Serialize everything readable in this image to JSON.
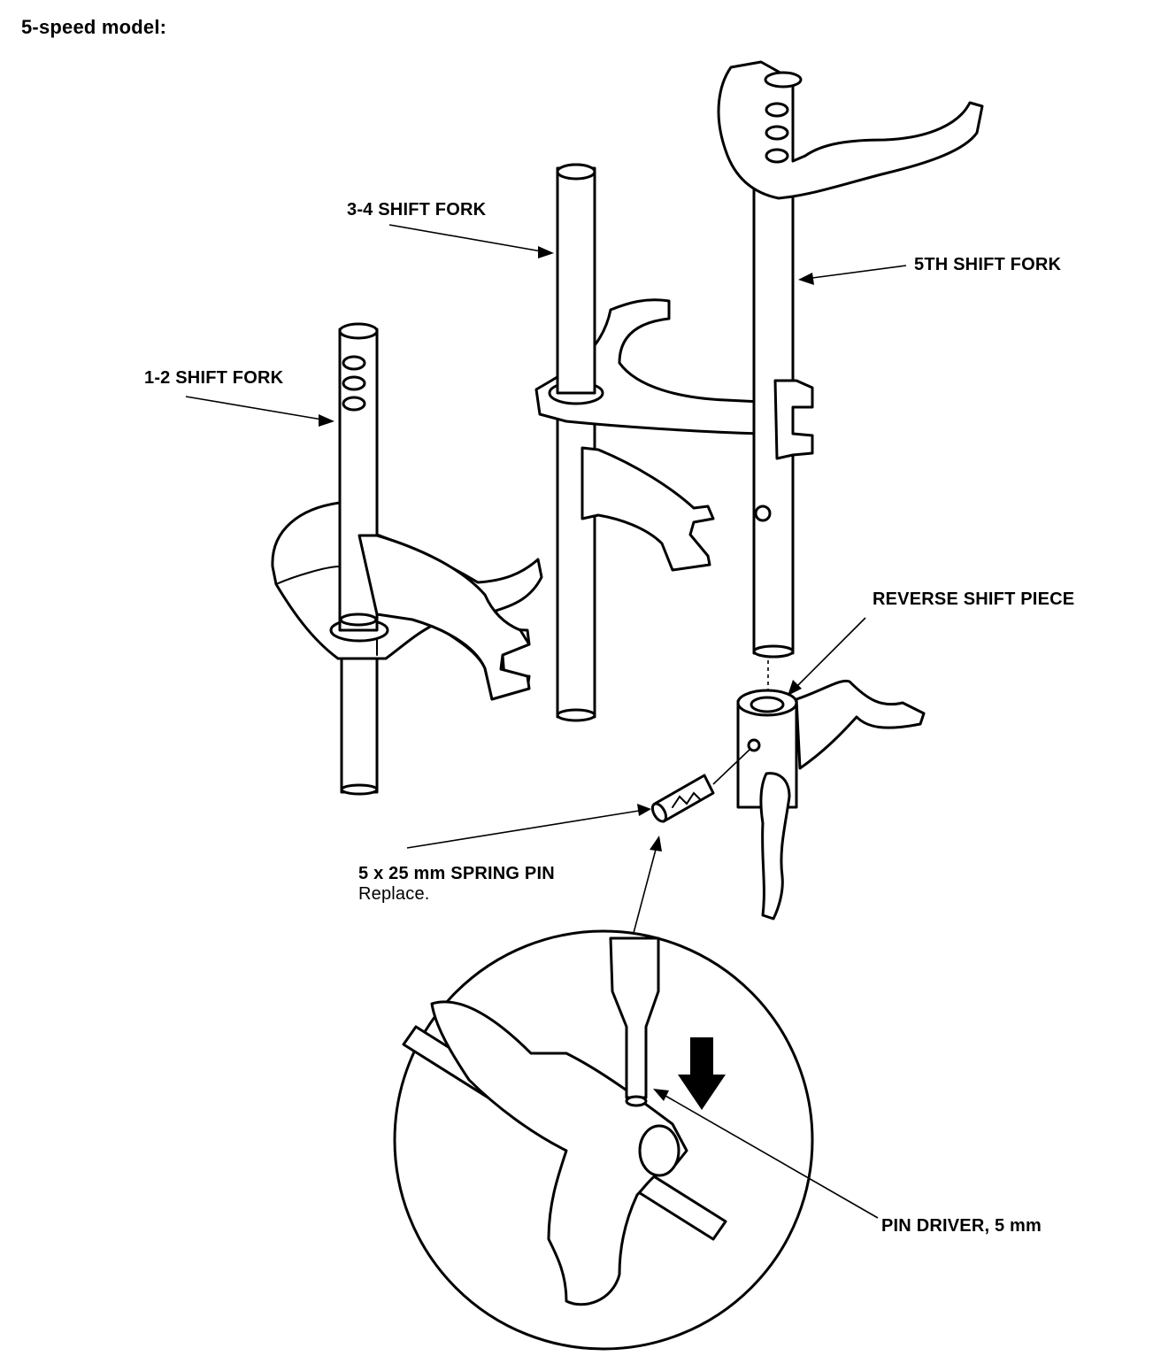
{
  "title": "5-speed model:",
  "labels": {
    "fork_34": "3-4 SHIFT FORK",
    "fork_5th": "5TH SHIFT FORK",
    "fork_12": "1-2 SHIFT FORK",
    "reverse_piece": "REVERSE SHIFT PIECE",
    "spring_pin": "5 x 25 mm SPRING PIN",
    "spring_pin_note": "Replace.",
    "pin_driver": "PIN DRIVER, 5 mm"
  }
}
